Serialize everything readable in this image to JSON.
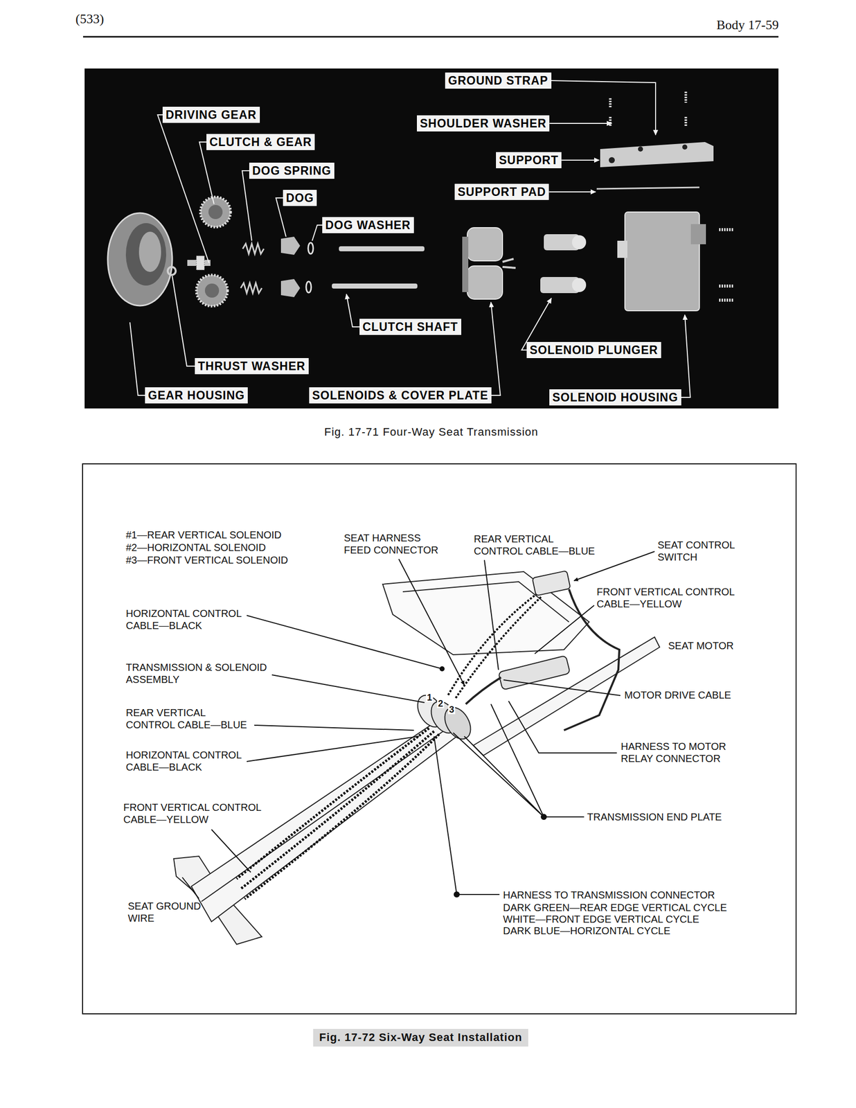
{
  "diagram": {
    "nodes": [
      {
        "text": [
          "GROUND STRAP"
        ]
      },
      {
        "text": [
          "DRIVING GEAR"
        ]
      },
      {
        "text": [
          "SHOULDER WASHER"
        ]
      },
      {
        "text": [
          "CLUTCH & GEAR"
        ]
      },
      {
        "text": [
          "SUPPORT"
        ]
      },
      {
        "text": [
          "DOG SPRING"
        ]
      },
      {
        "text": [
          "SUPPORT PAD"
        ]
      },
      {
        "text": [
          "DOG"
        ]
      },
      {
        "text": [
          "DOG WASHER"
        ]
      },
      {
        "text": [
          "CLUTCH SHAFT"
        ]
      },
      {
        "text": [
          "SOLENOID PLUNGER"
        ]
      },
      {
        "text": [
          "THRUST WASHER"
        ]
      },
      {
        "text": [
          "GEAR HOUSING"
        ]
      },
      {
        "text": [
          "SOLENOIDS & COVER PLATE"
        ]
      },
      {
        "text": [
          "SOLENOID HOUSING"
        ]
      }
    ],
    "labels": [
      "(533)",
      "Body 17-59",
      "Fig. 17-71 Four-Way Seat Transmission",
      "#1—REAR VERTICAL SOLENOID",
      "#2—HORIZONTAL SOLENOID",
      "#3—FRONT VERTICAL SOLENOID",
      "SEAT HARNESS FEED CONNECTOR",
      "REAR VERTICAL CONTROL CABLE—BLUE",
      "SEAT CONTROL SWITCH",
      "FRONT VERTICAL CONTROL CABLE—YELLOW",
      "HORIZONTAL CONTROL CABLE—BLACK",
      "SEAT MOTOR",
      "TRANSMISSION & SOLENOID ASSEMBLY",
      "MOTOR DRIVE CABLE",
      "1",
      "2",
      "3",
      "REAR VERTICAL CONTROL CABLE—BLUE",
      "HORIZONTAL CONTROL CABLE—BLACK",
      "HARNESS TO MOTOR RELAY CONNECTOR",
      "FRONT VERTICAL CONTROL CABLE—YELLOW",
      "TRANSMISSION END PLATE",
      "SEAT GROUND WIRE",
      "HARNESS TO TRANSMISSION CONNECTOR",
      "DARK GREEN—REAR EDGE VERTICAL CYCLE",
      "WHITE—FRONT EDGE VERTICAL CYCLE",
      "DARK BLUE—HORIZONTAL CYCLE",
      "Fig. 17-72 Six-Way Seat Installation"
    ]
  }
}
